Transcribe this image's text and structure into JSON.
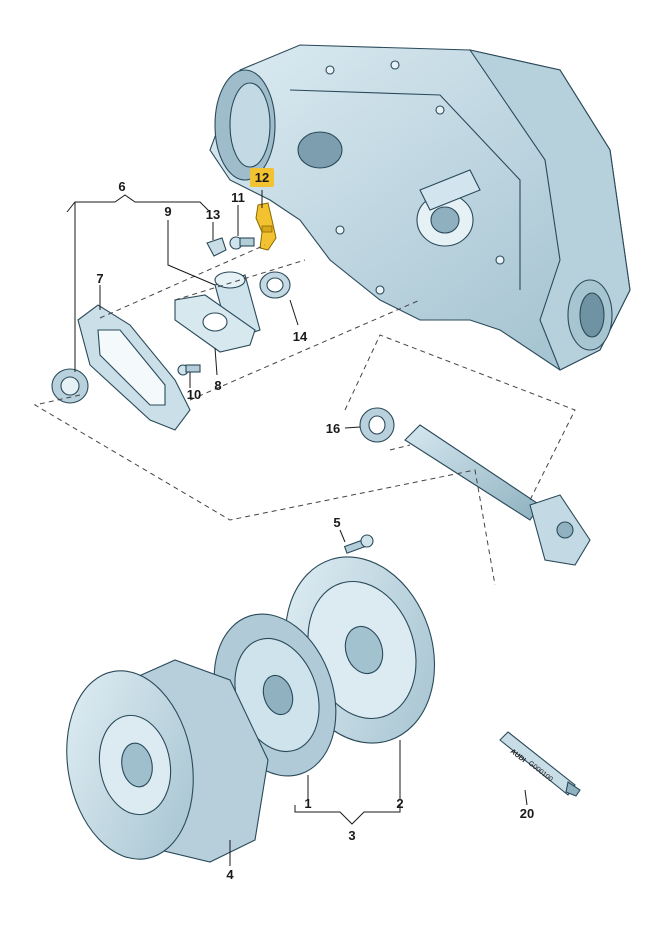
{
  "labels": {
    "p1": "1",
    "p2": "2",
    "p3": "3",
    "p4": "4",
    "p5": "5",
    "p6": "6",
    "p7": "7",
    "p8": "8",
    "p9": "9",
    "p10": "10",
    "p11": "11",
    "p12": "12",
    "p13": "13",
    "p14": "14",
    "p16": "16",
    "p20": "20"
  },
  "tube": {
    "brand": "AUDI",
    "code": "G000100"
  },
  "colors": {
    "part_fill": "#cfe3ec",
    "part_shade": "#a8c6d3",
    "part_dark": "#7fa3b3",
    "highlight": "#f2c230",
    "highlight_label_bg": "#f2c230"
  }
}
